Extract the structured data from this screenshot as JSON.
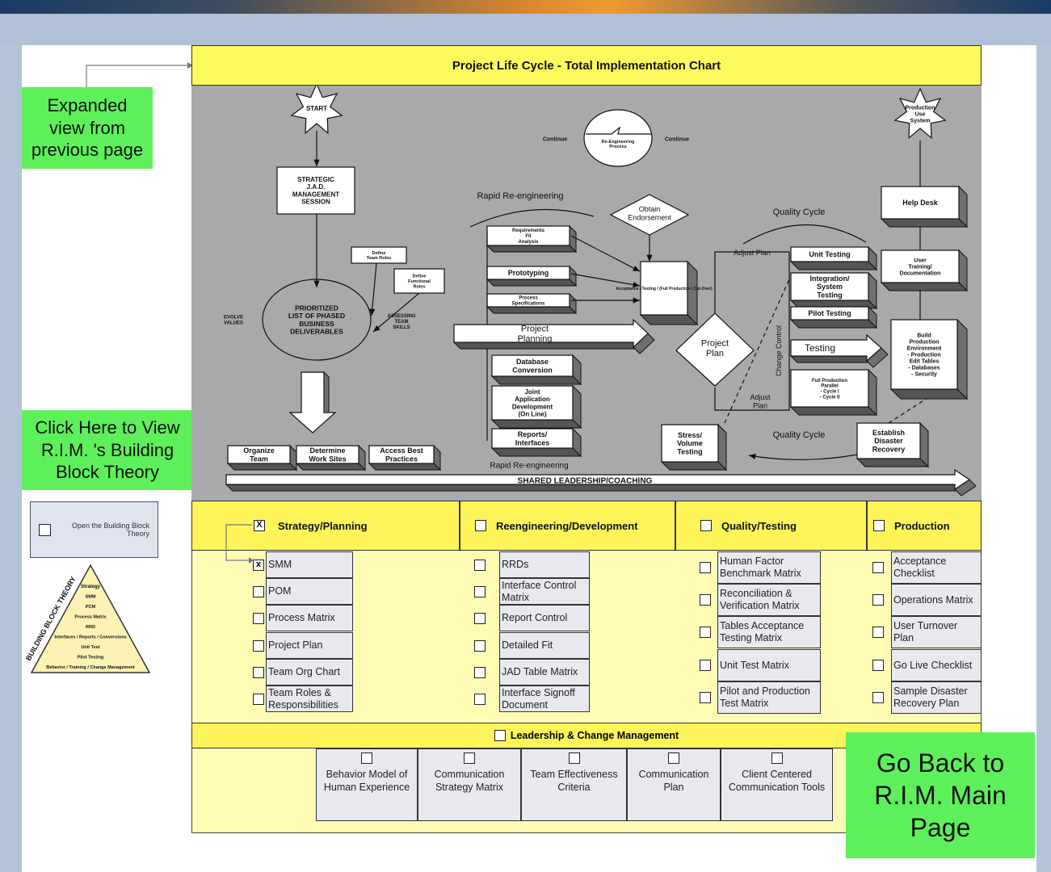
{
  "page": {
    "title": "Project Life Cycle - Total Implementation Chart",
    "expanded_view_note": "Expanded view from previous page",
    "building_block_link": "Click Here to View R.I.M. 's Building Block Theory",
    "open_building_block": {
      "label": "Open the Building Block Theory",
      "checked": false
    },
    "go_back_button": "Go Back to R.I.M. Main Page",
    "colors": {
      "title_yellow": "#fdfa5e",
      "panel_yellow": "#fffbb5",
      "green": "#5ef05a",
      "diagram_gray": "#a9a9ab"
    }
  },
  "pyramid": {
    "side_label": "BUILDING BLOCK THEORY",
    "levels": [
      "Strategy",
      "SMM",
      "PCM",
      "Process Matrix",
      "RRD",
      "Interfaces / Reports / Conversions",
      "Unit Test",
      "Pilot Testing",
      "Behavior / Training / Change Management"
    ]
  },
  "diagram": {
    "start": "START",
    "strategic_session": [
      "STRATEGIC",
      "J.A.D.",
      "MANAGEMENT",
      "SESSION"
    ],
    "define_team_roles": [
      "Define",
      "Team Roles"
    ],
    "define_functional_roles": [
      "Define",
      "Functional",
      "Roles"
    ],
    "prioritized_list": [
      "PRIORITIZED",
      "LIST OF PHASED",
      "BUSINESS",
      "DELIVERABLES"
    ],
    "left_loop_label": [
      "EVOLVE",
      "VALUES"
    ],
    "right_loop_label": [
      "ASSESSING",
      "TEAM",
      "SKILLS"
    ],
    "organize_team": [
      "Organize",
      "Team"
    ],
    "determine_work_sites": [
      "Determine",
      "Work Sites"
    ],
    "access_best_practices": [
      "Access Best",
      "Practices"
    ],
    "continue_left": "Continue",
    "continue_right": "Continue",
    "reengineering_process": [
      "Re-Engineering",
      "Process"
    ],
    "rapid_reengineering_top": "Rapid Re-engineering",
    "rapid_reengineering_bottom": "Rapid Re-engineering",
    "obtain_endorsement": [
      "Obtain",
      "Endorsement"
    ],
    "requirements_analysis": [
      "Requirements",
      "Fit",
      "Analysis"
    ],
    "prototyping": "Prototyping",
    "process_specifications": [
      "Process",
      "Specifications"
    ],
    "acceptance_testing": [
      "Acceptance",
      "Testing",
      "(Full Production",
      "Cut-Over)"
    ],
    "project_planning": [
      "Project",
      "Planning"
    ],
    "database_conversion": [
      "Database",
      "Conversion"
    ],
    "jad": [
      "Joint",
      "Application",
      "Development",
      "(On Line)"
    ],
    "reports_interfaces": [
      "Reports/",
      "Interfaces"
    ],
    "shared_leadership": "SHARED LEADERSHIP/COACHING",
    "project_plan": [
      "Project",
      "Plan"
    ],
    "quality_cycle_top": "Quality Cycle",
    "quality_cycle_bottom": "Quality Cycle",
    "adjust_plan_top": "Adjust Plan",
    "adjust_plan_bottom": [
      "Adjust",
      "Plan"
    ],
    "change_control": "Change Control",
    "unit_testing": "Unit Testing",
    "integration_testing": [
      "Integration/",
      "System",
      "Testing"
    ],
    "pilot_testing": "Pilot Testing",
    "testing_arrow": "Testing",
    "full_production": [
      "Full Production",
      "Parallel",
      "- Cycle I",
      "- Cycle II"
    ],
    "stress_testing": [
      "Stress/",
      "Volume",
      "Testing"
    ],
    "disaster_recovery": [
      "Establish",
      "Disaster",
      "Recovery"
    ],
    "production_use_system": [
      "Production",
      "Use",
      "System"
    ],
    "help_desk": "Help Desk",
    "user_training": [
      "User",
      "Training/",
      "Documentation"
    ],
    "build_production": [
      "Build",
      "Production",
      "Environment",
      "- Production",
      "Edit Tables",
      "- Databases",
      "- Security"
    ]
  },
  "categories": [
    {
      "name": "Strategy/Planning",
      "checked": true,
      "items": [
        {
          "label": "SMM",
          "checked": true
        },
        {
          "label": "POM",
          "checked": false
        },
        {
          "label": "Process Matrix",
          "checked": false
        },
        {
          "label": "Project Plan",
          "checked": false
        },
        {
          "label": "Team Org Chart",
          "checked": false
        },
        {
          "label": "Team Roles & Responsibilities",
          "checked": false
        }
      ]
    },
    {
      "name": "Reengineering/Development",
      "checked": false,
      "items": [
        {
          "label": "RRDs",
          "checked": false
        },
        {
          "label": "Interface Control Matrix",
          "checked": false
        },
        {
          "label": "Report Control",
          "checked": false
        },
        {
          "label": "Detailed Fit",
          "checked": false
        },
        {
          "label": "JAD Table Matrix",
          "checked": false
        },
        {
          "label": "Interface Signoff Document",
          "checked": false
        }
      ]
    },
    {
      "name": "Quality/Testing",
      "checked": false,
      "items": [
        {
          "label": "Human Factor Benchmark Matrix",
          "checked": false
        },
        {
          "label": "Reconciliation & Verification Matrix",
          "checked": false
        },
        {
          "label": "Tables Acceptance Testing Matrix",
          "checked": false
        },
        {
          "label": "Unit Test Matrix",
          "checked": false
        },
        {
          "label": "Pilot and Production Test Matrix",
          "checked": false
        }
      ]
    },
    {
      "name": "Production",
      "checked": false,
      "items": [
        {
          "label": "Acceptance Checklist",
          "checked": false
        },
        {
          "label": "Operations Matrix",
          "checked": false
        },
        {
          "label": "User Turnover Plan",
          "checked": false
        },
        {
          "label": "Go Live Checklist",
          "checked": false
        },
        {
          "label": "Sample Disaster Recovery Plan",
          "checked": false
        }
      ]
    }
  ],
  "leadership": {
    "name": "Leadership & Change Management",
    "checked": false,
    "items": [
      {
        "label": "Behavior Model of Human Experience",
        "checked": false
      },
      {
        "label": "Communication Strategy Matrix",
        "checked": false
      },
      {
        "label": "Team Effectiveness Criteria",
        "checked": false
      },
      {
        "label": "Communication Plan",
        "checked": false
      },
      {
        "label": "Client Centered Communication Tools",
        "checked": false
      }
    ]
  }
}
